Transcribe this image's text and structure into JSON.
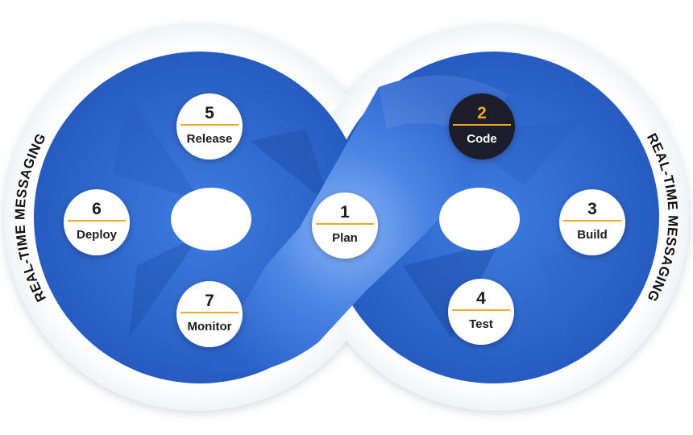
{
  "side_label_left": "REAL-TIME MESSAGING",
  "side_label_right": "REAL-TIME MESSAGING",
  "colors": {
    "ring_outer": "#f1f3f7",
    "loop_blue": "#2e67cf",
    "loop_dark": "#1f4fae",
    "center_highlight": "#5f96ee",
    "node_fill": "#ffffff",
    "node_active_fill": "#1b1f2b",
    "accent_gold": "#f0a82a",
    "text_dark": "#1c1c1c",
    "text_light": "#ffffff"
  },
  "stages": [
    {
      "number": "1",
      "label": "Plan",
      "active": false
    },
    {
      "number": "2",
      "label": "Code",
      "active": true
    },
    {
      "number": "3",
      "label": "Build",
      "active": false
    },
    {
      "number": "4",
      "label": "Test",
      "active": false
    },
    {
      "number": "5",
      "label": "Release",
      "active": false
    },
    {
      "number": "6",
      "label": "Deploy",
      "active": false
    },
    {
      "number": "7",
      "label": "Monitor",
      "active": false
    }
  ]
}
